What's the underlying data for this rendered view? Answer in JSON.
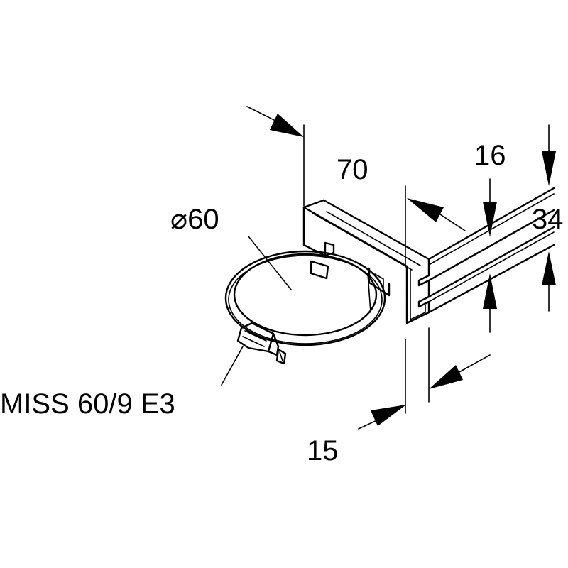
{
  "labels": {
    "dim_width": "70",
    "dim_diameter": "⌀60",
    "dim_slot": "16",
    "dim_height": "34",
    "dim_depth": "15",
    "part_number": "MISS 60/9 E3"
  }
}
